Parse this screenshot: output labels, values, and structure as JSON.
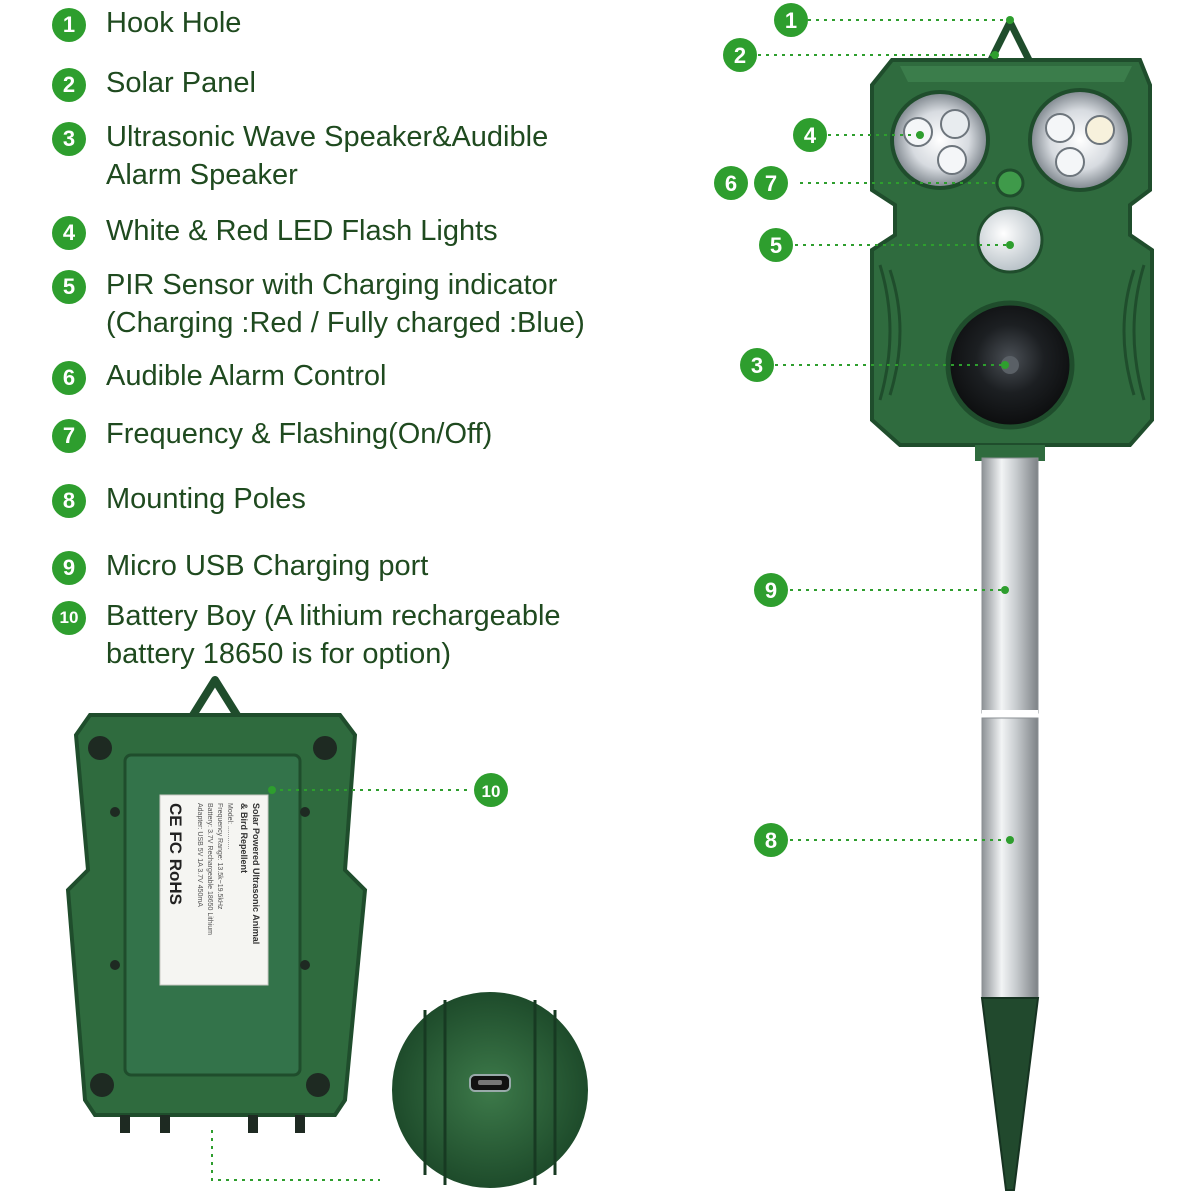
{
  "legend": {
    "items": [
      {
        "num": "1",
        "text": "Hook Hole"
      },
      {
        "num": "2",
        "text": "Solar Panel"
      },
      {
        "num": "3",
        "text": "Ultrasonic Wave Speaker&Audible\nAlarm Speaker"
      },
      {
        "num": "4",
        "text": "White & Red LED Flash Lights"
      },
      {
        "num": "5",
        "text": "PIR Sensor with Charging indicator\n(Charging :Red / Fully charged :Blue)"
      },
      {
        "num": "6",
        "text": "Audible Alarm Control"
      },
      {
        "num": "7",
        "text": "Frequency & Flashing(On/Off)"
      },
      {
        "num": "8",
        "text": "Mounting Poles"
      },
      {
        "num": "9",
        "text": "Micro USB Charging port"
      },
      {
        "num": "10",
        "text": "Battery Boy (A lithium rechargeable\nbattery 18650 is for option)"
      }
    ]
  },
  "callouts": {
    "c1": "1",
    "c2": "2",
    "c3": "3",
    "c4": "4",
    "c5": "5",
    "c6": "6",
    "c7": "7",
    "c8": "8",
    "c9": "9",
    "c10": "10"
  },
  "label_sticker": {
    "lines": [
      "Solar Powered Ultrasonic Animal",
      "& Bird Repellent",
      "Model: ............",
      "Frequency Range: 13.5k~19.5kHz",
      "Battery: 3.7V Rechargeable 18650 Lithium",
      "Adapter: USB 5V 1A 3.7V 450mA"
    ],
    "marks": "CE FC RoHS"
  },
  "colors": {
    "badge": "#2e9e2e",
    "housing": "#2f6b3e",
    "housing_dark": "#1f4d2c",
    "pole": "#c8ccd0",
    "leader": "#2e9e2e"
  }
}
